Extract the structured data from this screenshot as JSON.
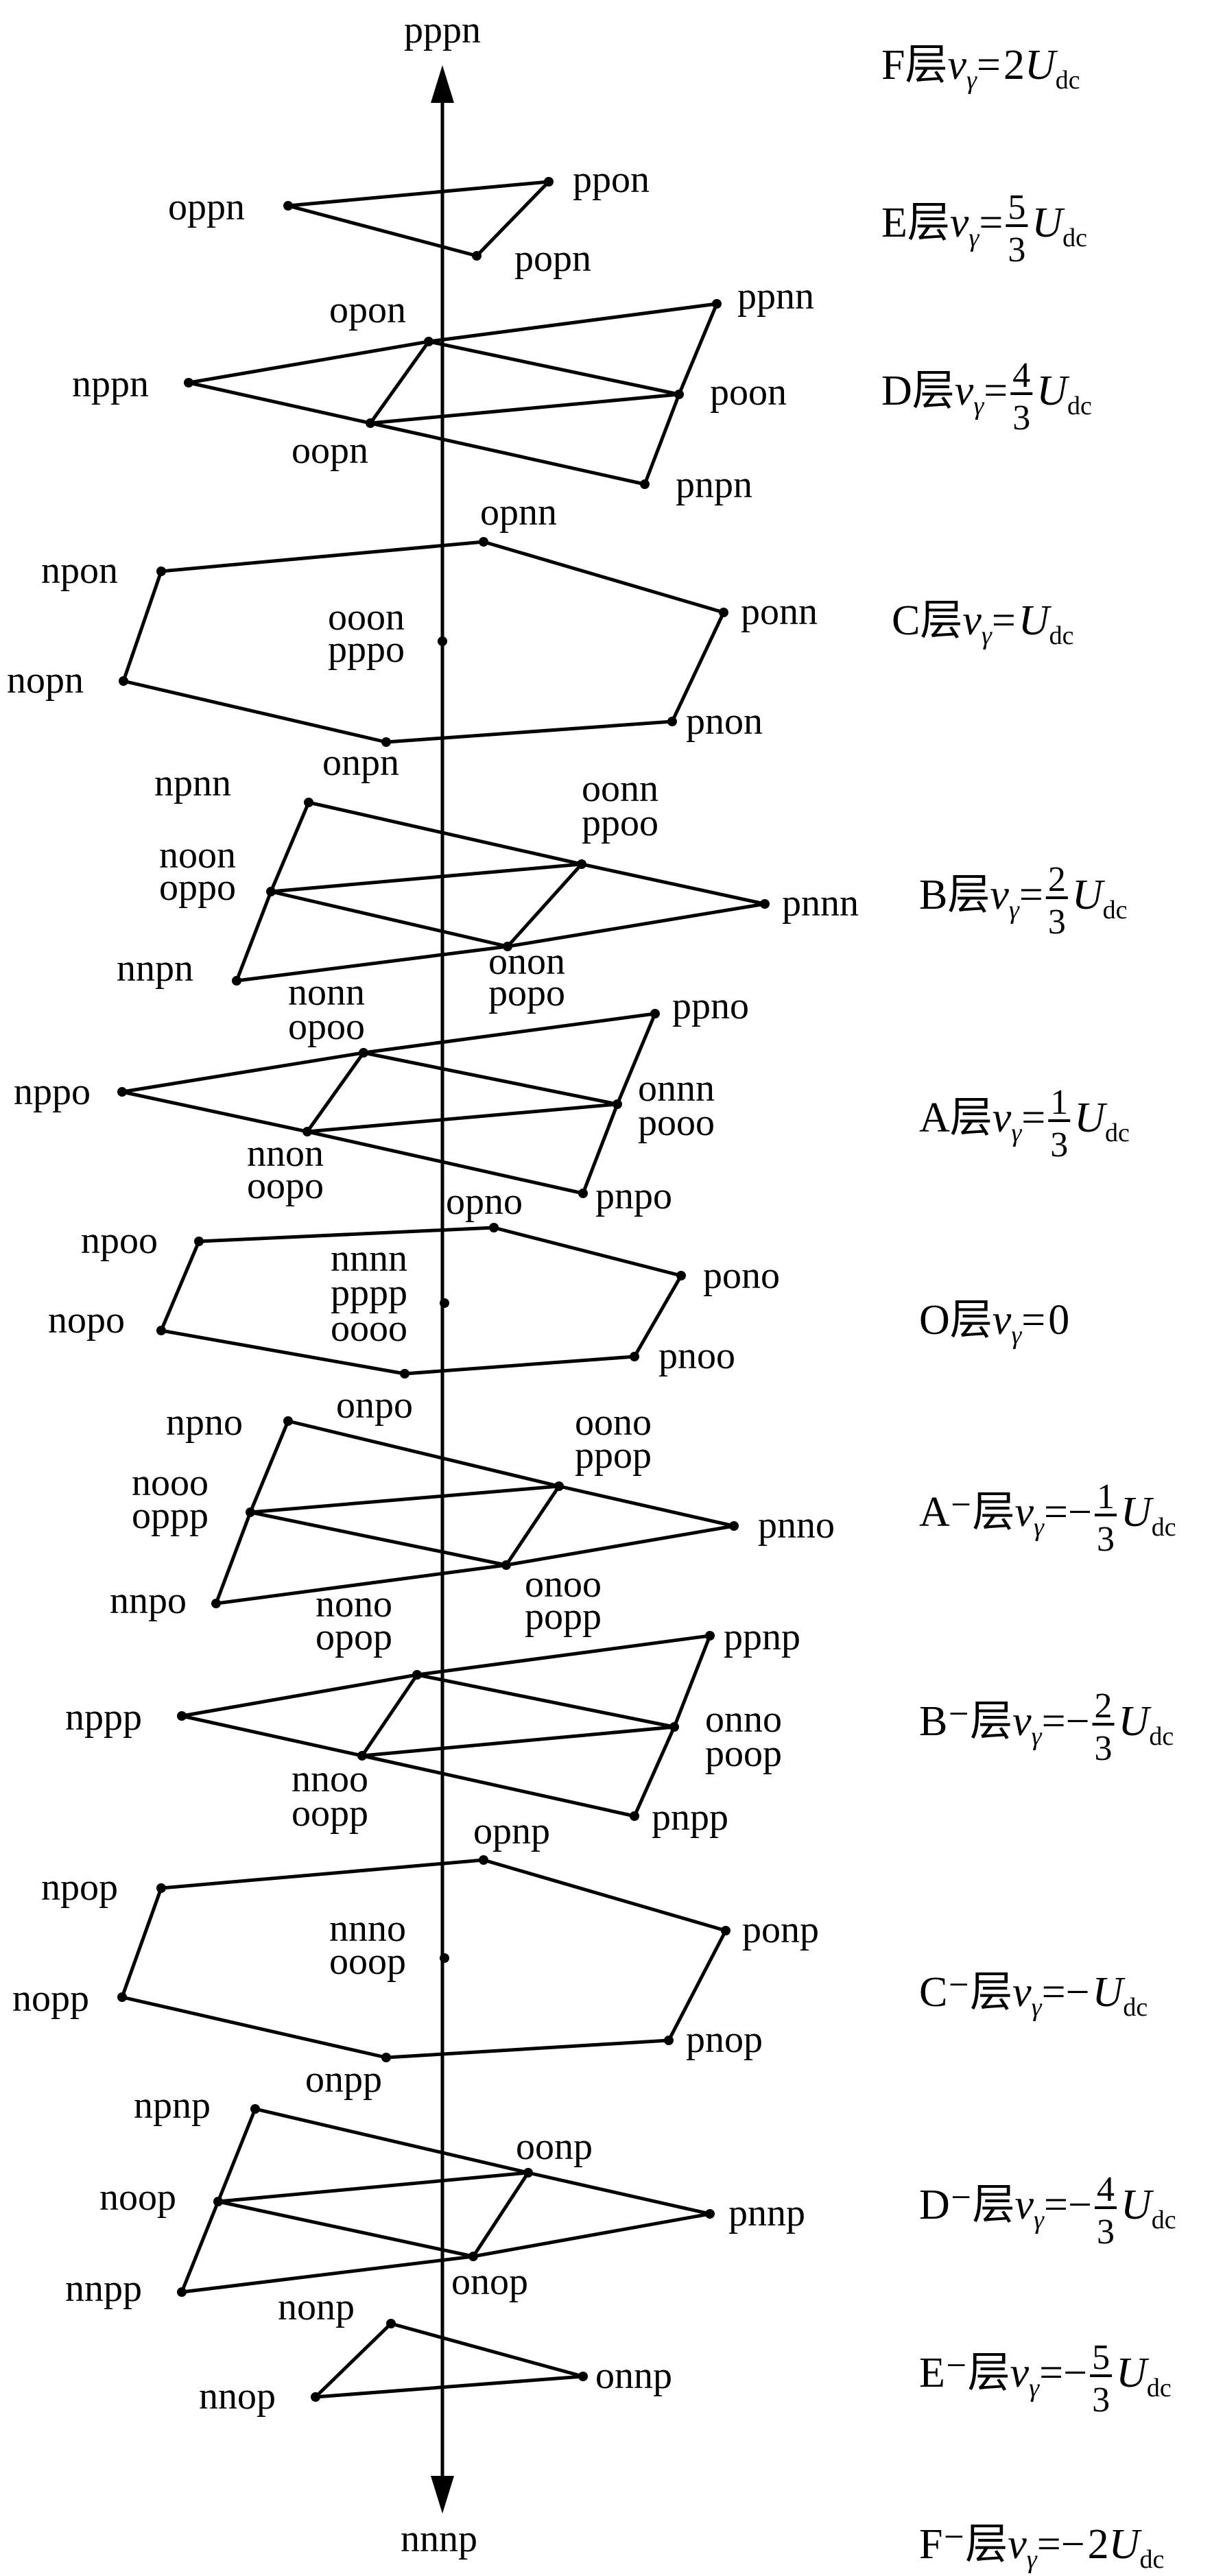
{
  "axis": {
    "top_label": "pppn",
    "bottom_label": "nnnp"
  },
  "layers": [
    {
      "id": "F",
      "name": "F层",
      "sign": "",
      "value": "2",
      "frac": null,
      "unit": "U",
      "unit_sub": "dc"
    },
    {
      "id": "E",
      "name": "E层",
      "sign": "",
      "value": "",
      "frac": {
        "num": "5",
        "den": "3"
      },
      "unit": "U",
      "unit_sub": "dc"
    },
    {
      "id": "D",
      "name": "D层",
      "sign": "",
      "value": "",
      "frac": {
        "num": "4",
        "den": "3"
      },
      "unit": "U",
      "unit_sub": "dc"
    },
    {
      "id": "C",
      "name": "C层",
      "sign": "",
      "value": "",
      "frac": null,
      "unit": "U",
      "unit_sub": "dc"
    },
    {
      "id": "B",
      "name": "B层",
      "sign": "",
      "value": "",
      "frac": {
        "num": "2",
        "den": "3"
      },
      "unit": "U",
      "unit_sub": "dc"
    },
    {
      "id": "A",
      "name": "A层",
      "sign": "",
      "value": "",
      "frac": {
        "num": "1",
        "den": "3"
      },
      "unit": "U",
      "unit_sub": "dc"
    },
    {
      "id": "O",
      "name": "O层",
      "sign": "",
      "value": "0",
      "frac": null,
      "unit": "",
      "unit_sub": ""
    },
    {
      "id": "A-",
      "name": "A⁻层",
      "sign": "−",
      "value": "",
      "frac": {
        "num": "1",
        "den": "3"
      },
      "unit": "U",
      "unit_sub": "dc"
    },
    {
      "id": "B-",
      "name": "B⁻层",
      "sign": "−",
      "value": "",
      "frac": {
        "num": "2",
        "den": "3"
      },
      "unit": "U",
      "unit_sub": "dc"
    },
    {
      "id": "C-",
      "name": "C⁻层",
      "sign": "−",
      "value": "",
      "frac": null,
      "unit": "U",
      "unit_sub": "dc"
    },
    {
      "id": "D-",
      "name": "D⁻层",
      "sign": "−",
      "value": "",
      "frac": {
        "num": "4",
        "den": "3"
      },
      "unit": "U",
      "unit_sub": "dc"
    },
    {
      "id": "E-",
      "name": "E⁻层",
      "sign": "−",
      "value": "",
      "frac": {
        "num": "5",
        "den": "3"
      },
      "unit": "U",
      "unit_sub": "dc"
    },
    {
      "id": "F-",
      "name": "F⁻层",
      "sign": "−",
      "value": "2",
      "frac": null,
      "unit": "U",
      "unit_sub": "dc"
    }
  ],
  "voltage_symbol": "v",
  "voltage_sub": "γ",
  "states": {
    "E": [
      "oppn",
      "ppon",
      "popn"
    ],
    "D": [
      "opon",
      "ppnn",
      "nppn",
      "poon",
      "oopn",
      "pnpn"
    ],
    "C": [
      "opnn",
      "npon",
      "ponn",
      "ooon",
      "pppo",
      "nopn",
      "pnon",
      "onpn"
    ],
    "B": [
      "npnn",
      "oonn",
      "ppoo",
      "noon",
      "oppo",
      "pnnn",
      "nnpn",
      "onon",
      "popo"
    ],
    "A": [
      "nonn",
      "opoo",
      "ppno",
      "nppo",
      "onnn",
      "pooo",
      "nnon",
      "oopo",
      "pnpo"
    ],
    "O": [
      "opno",
      "npoo",
      "nnnn",
      "pppp",
      "oooo",
      "pono",
      "nopo",
      "pnoo",
      "onpo"
    ],
    "A-": [
      "npno",
      "oono",
      "ppop",
      "nooo",
      "oppp",
      "pnno",
      "nnpo",
      "nono",
      "opop",
      "onoo",
      "popp"
    ],
    "B-": [
      "ppnp",
      "nppp",
      "onno",
      "poop",
      "nnoo",
      "oopp",
      "pnpp"
    ],
    "C-": [
      "opnp",
      "npop",
      "nnno",
      "ooop",
      "ponp",
      "nopp",
      "pnop",
      "onpp"
    ],
    "D-": [
      "npnp",
      "oonp",
      "noop",
      "pnnp",
      "nnpp",
      "onop"
    ],
    "E-": [
      "nonp",
      "nnop",
      "onnp"
    ]
  }
}
